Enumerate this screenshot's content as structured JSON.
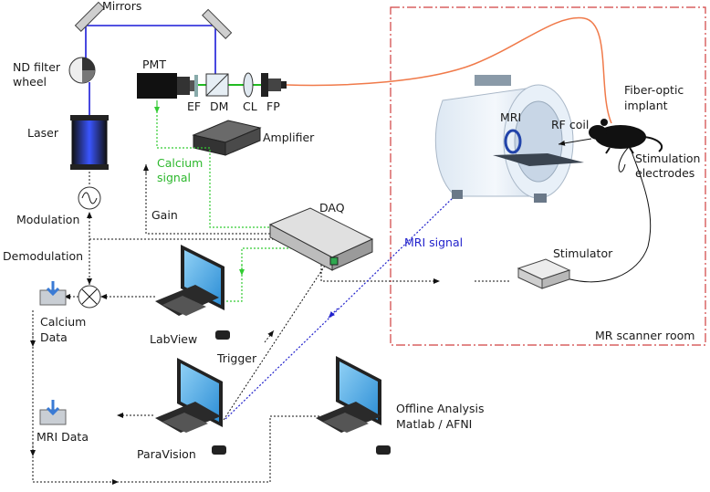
{
  "labels": {
    "mirrors": "Mirrors",
    "nd_filter_1": "ND filter",
    "nd_filter_2": "wheel",
    "laser": "Laser",
    "pmt": "PMT",
    "ef": "EF",
    "dm": "DM",
    "cl": "CL",
    "fp": "FP",
    "amplifier": "Amplifier",
    "calcium_signal_1": "Calcium",
    "calcium_signal_2": "signal",
    "modulation": "Modulation",
    "gain": "Gain",
    "daq": "DAQ",
    "demodulation": "Demodulation",
    "calcium_data_1": "Calcium",
    "calcium_data_2": "Data",
    "labview": "LabView",
    "trigger": "Trigger",
    "mri_data": "MRI Data",
    "paravision": "ParaVision",
    "offline_1": "Offline Analysis",
    "offline_2": "Matlab / AFNI",
    "mri": "MRI",
    "rf_coil": "RF coil",
    "fiber_1": "Fiber-optic",
    "fiber_2": "implant",
    "stim_elec_1": "Stimulation",
    "stim_elec_2": "electrodes",
    "mri_signal": "MRI signal",
    "stimulator": "Stimulator",
    "scanner_room": "MR scanner room"
  },
  "colors": {
    "fiber": "#f07a4a",
    "beam": "#1a1ad8",
    "green_beam": "#22bb22",
    "calcium_signal": "#33cc33",
    "mri_signal": "#2222cc",
    "room_border": "#d04040"
  }
}
